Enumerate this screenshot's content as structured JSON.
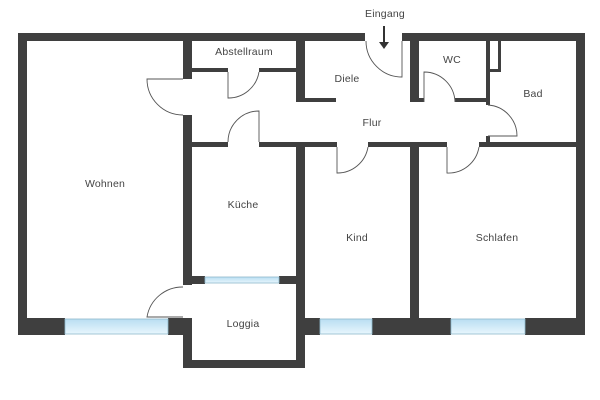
{
  "floor_plan": {
    "entrance_label": "Eingang",
    "rooms": [
      {
        "id": "wohnen",
        "name": "Wohnen"
      },
      {
        "id": "abstellraum",
        "name": "Abstellraum"
      },
      {
        "id": "diele",
        "name": "Diele"
      },
      {
        "id": "wc",
        "name": "WC"
      },
      {
        "id": "bad",
        "name": "Bad"
      },
      {
        "id": "flur",
        "name": "Flur"
      },
      {
        "id": "kueche",
        "name": "Küche"
      },
      {
        "id": "kind",
        "name": "Kind"
      },
      {
        "id": "schlafen",
        "name": "Schlafen"
      },
      {
        "id": "loggia",
        "name": "Loggia"
      }
    ],
    "colors": {
      "wall": "#3f3f3f",
      "window_glass": "#cfe9f7",
      "window_edge": "#8fb9cc",
      "door_line": "#555555",
      "label_text": "#444444",
      "background": "#ffffff"
    }
  }
}
